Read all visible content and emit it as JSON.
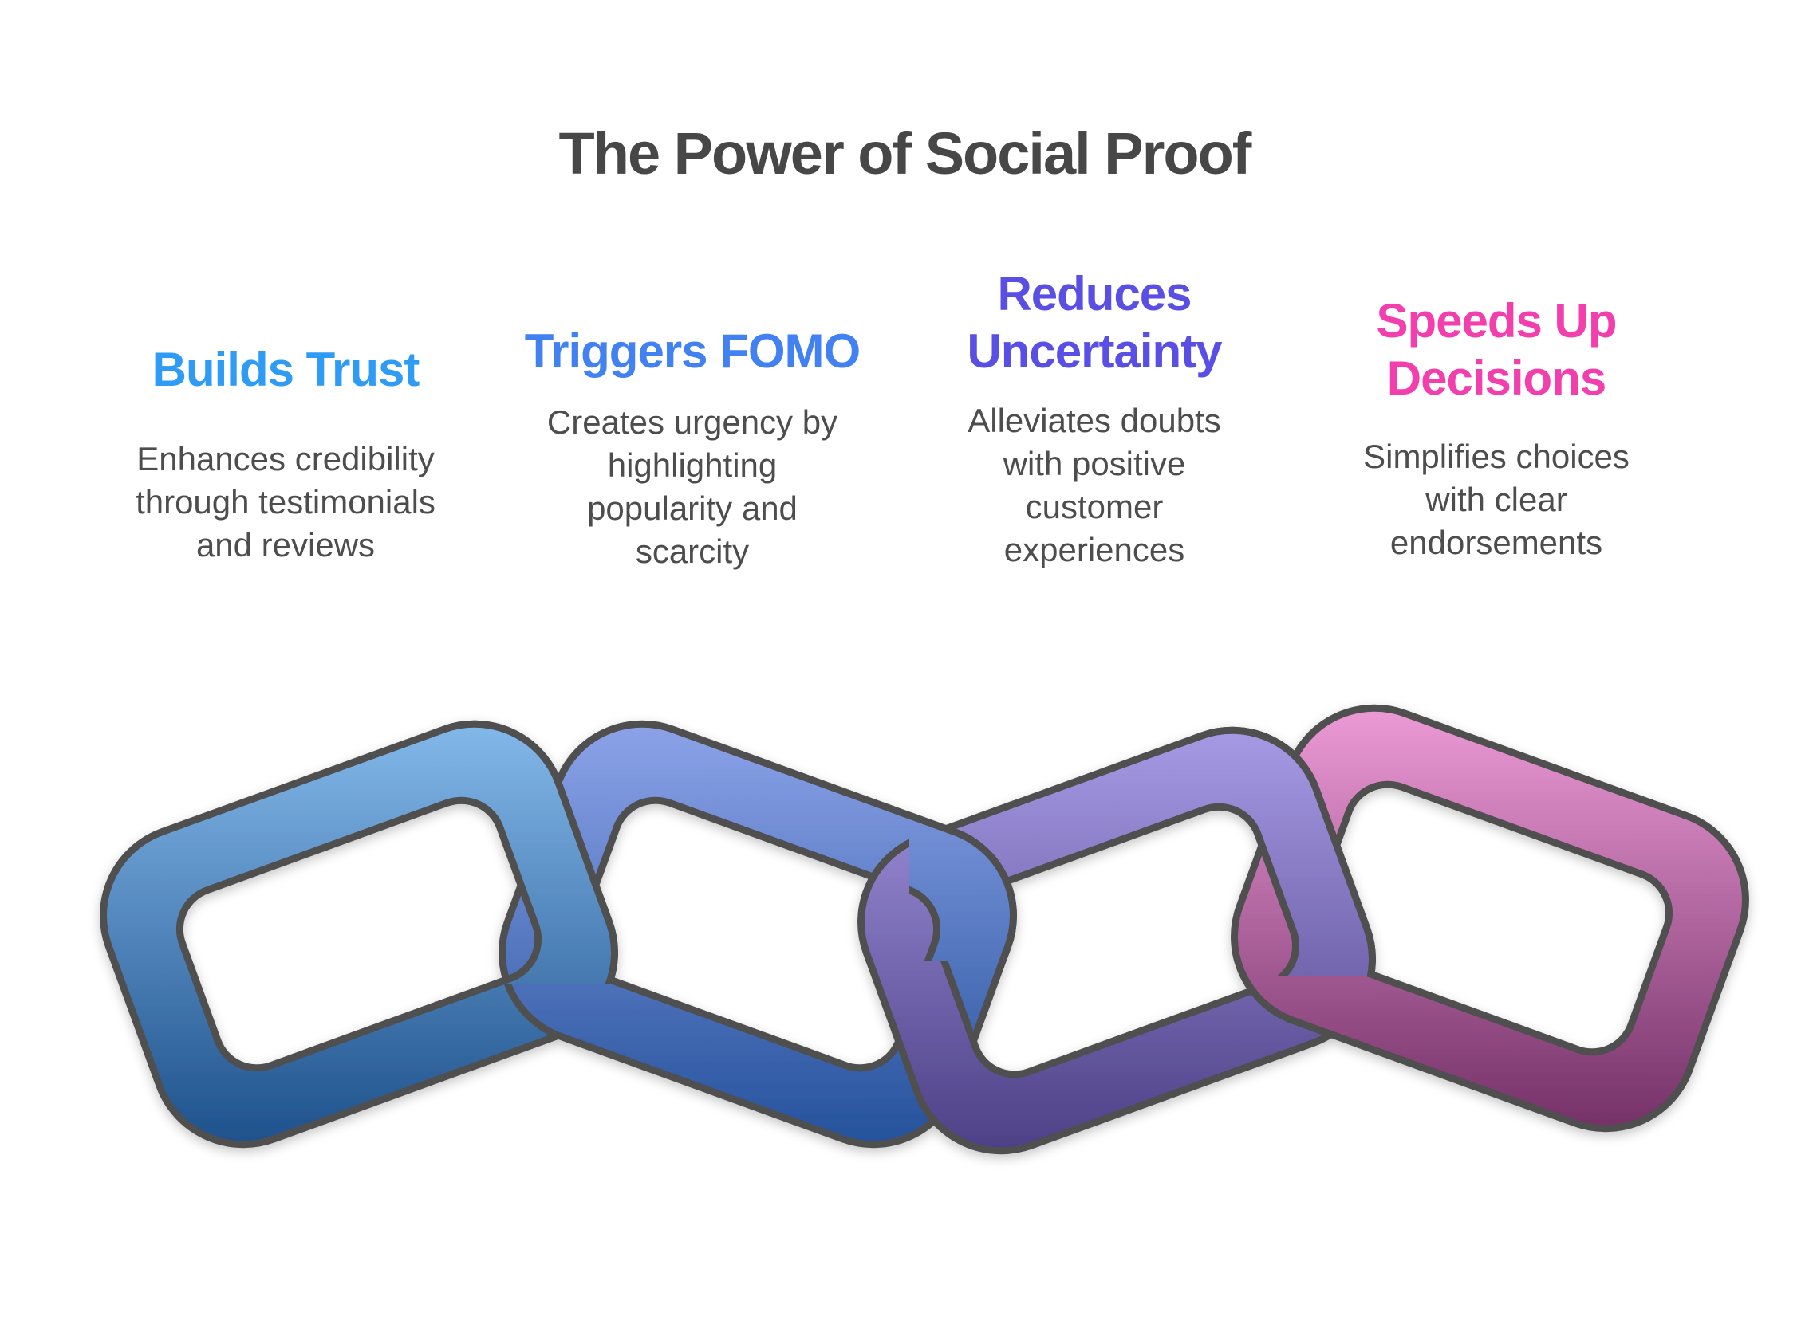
{
  "title": "The Power of Social Proof",
  "title_color": "#474747",
  "body_text_color": "#4D4D4D",
  "columns": [
    {
      "heading": "Builds Trust",
      "heading_color": "#2E9CF4",
      "body": "Enhances credibility\nthrough testimonials\nand reviews"
    },
    {
      "heading": "Triggers FOMO",
      "heading_color": "#4181F2",
      "body": "Creates urgency by\nhighlighting\npopularity and\nscarcity"
    },
    {
      "heading": "Reduces\nUncertainty",
      "heading_color": "#5A4FE5",
      "body": "Alleviates doubts\nwith positive\ncustomer\nexperiences"
    },
    {
      "heading": "Speeds Up\nDecisions",
      "heading_color": "#F23FAD",
      "body": "Simplifies choices\nwith clear\nendorsements"
    }
  ],
  "chain": {
    "outline_color": "#4F4F4F",
    "links": [
      {
        "name": "chain-link-1-blue",
        "top_color": "#8ABFF0",
        "bottom_color": "#174A85"
      },
      {
        "name": "chain-link-2-indigo",
        "top_color": "#93A8EE",
        "bottom_color": "#1D4C96"
      },
      {
        "name": "chain-link-3-purple",
        "top_color": "#ADA0EB",
        "bottom_color": "#473A80"
      },
      {
        "name": "chain-link-4-pink",
        "top_color": "#F4A1DD",
        "bottom_color": "#6C2A60"
      }
    ]
  }
}
